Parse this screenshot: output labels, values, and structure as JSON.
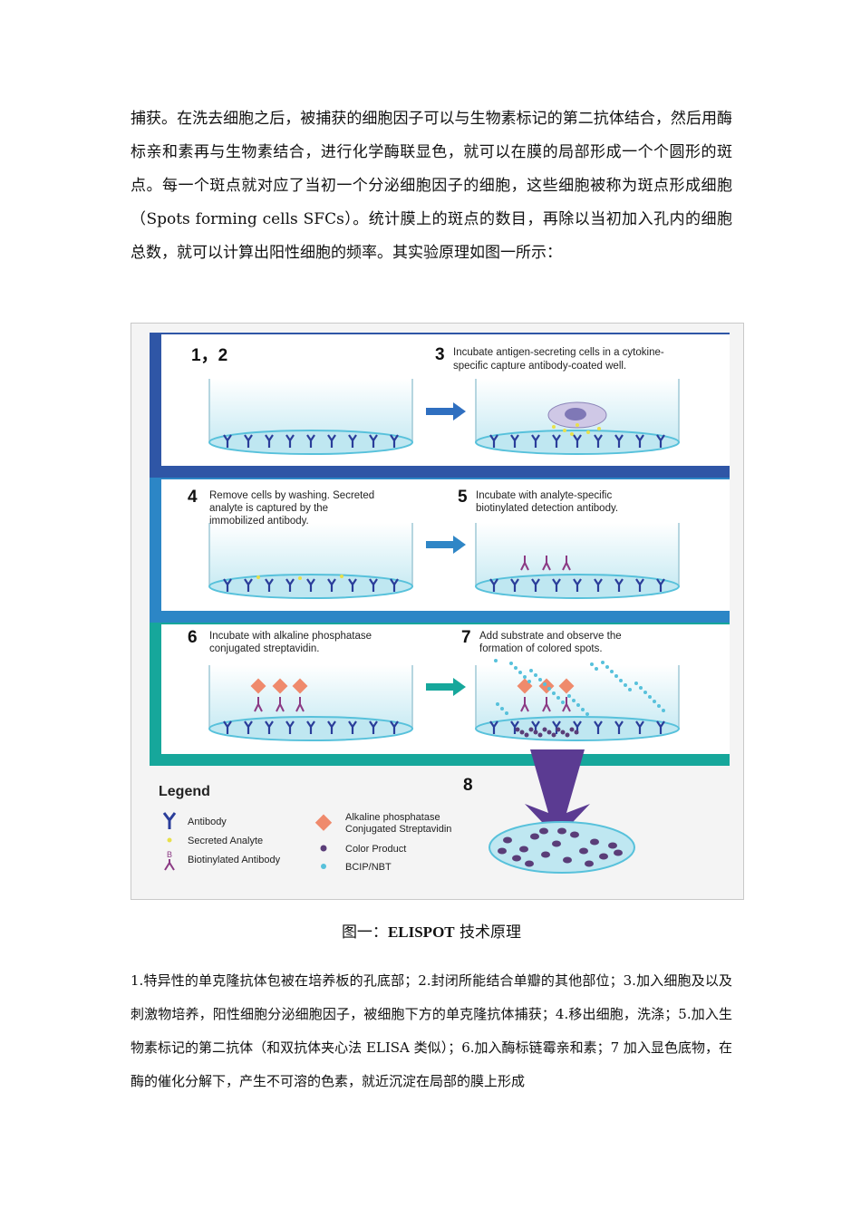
{
  "paragraph_top": "捕获。在洗去细胞之后，被捕获的细胞因子可以与生物素标记的第二抗体结合，然后用酶标亲和素再与生物素结合，进行化学酶联显色，就可以在膜的局部形成一个个圆形的斑点。每一个斑点就对应了当初一个分泌细胞因子的细胞，这些细胞被称为斑点形成细胞（Spots forming cells SFCs）。统计膜上的斑点的数目，再除以当初加入孔内的细胞总数，就可以计算出阳性细胞的频率。其实验原理如图一所示：",
  "figure": {
    "steps": {
      "s12": "1，2",
      "s3_num": "3",
      "s3_l1": "Incubate antigen-secreting cells in a cytokine-",
      "s3_l2": "specific capture antibody-coated well.",
      "s4_num": "4",
      "s4_l1": "Remove cells by washing. Secreted",
      "s4_l2": "analyte is captured by the",
      "s4_l3": "immobilized antibody.",
      "s5_num": "5",
      "s5_l1": "Incubate with analyte-specific",
      "s5_l2": "biotinylated detection antibody.",
      "s6_num": "6",
      "s6_l1": "Incubate with alkaline phosphatase",
      "s6_l2": "conjugated streptavidin.",
      "s7_num": "7",
      "s7_l1": "Add substrate and observe the",
      "s7_l2": "formation of colored spots.",
      "s8_num": "8"
    },
    "legend": {
      "title": "Legend",
      "antibody": "Antibody",
      "secreted": "Secreted Analyte",
      "biotinylated": "Biotinylated Antibody",
      "ap_l1": "Alkaline phosphatase",
      "ap_l2": "Conjugated Streptavidin",
      "color_product": "Color Product",
      "bcip": "BCIP/NBT"
    },
    "colors": {
      "band1": "#2f56a6",
      "band2": "#2c86c6",
      "band3": "#16a79b",
      "well": "#bfe7f1",
      "antibody": "#2a3d9a",
      "analyte": "#e8e04a",
      "streptavidin": "#ef8a6c",
      "biotin": "#8b3a84",
      "spot": "#5a3d78",
      "bcip": "#57c1db",
      "arrow": "#5b3b92"
    }
  },
  "caption_prefix": "图一：",
  "caption_bold": "ELISPOT",
  "caption_suffix": " 技术原理",
  "paragraph_bottom": "1.特异性的单克隆抗体包被在培养板的孔底部；2.封闭所能结合单瓣的其他部位；3.加入细胞及以及刺激物培养，阳性细胞分泌细胞因子，被细胞下方的单克隆抗体捕获；4.移出细胞，洗涤；5.加入生物素标记的第二抗体（和双抗体夹心法 ELISA 类似）；6.加入酶标链霉亲和素；7 加入显色底物，在酶的催化分解下，产生不可溶的色素，就近沉淀在局部的膜上形成"
}
